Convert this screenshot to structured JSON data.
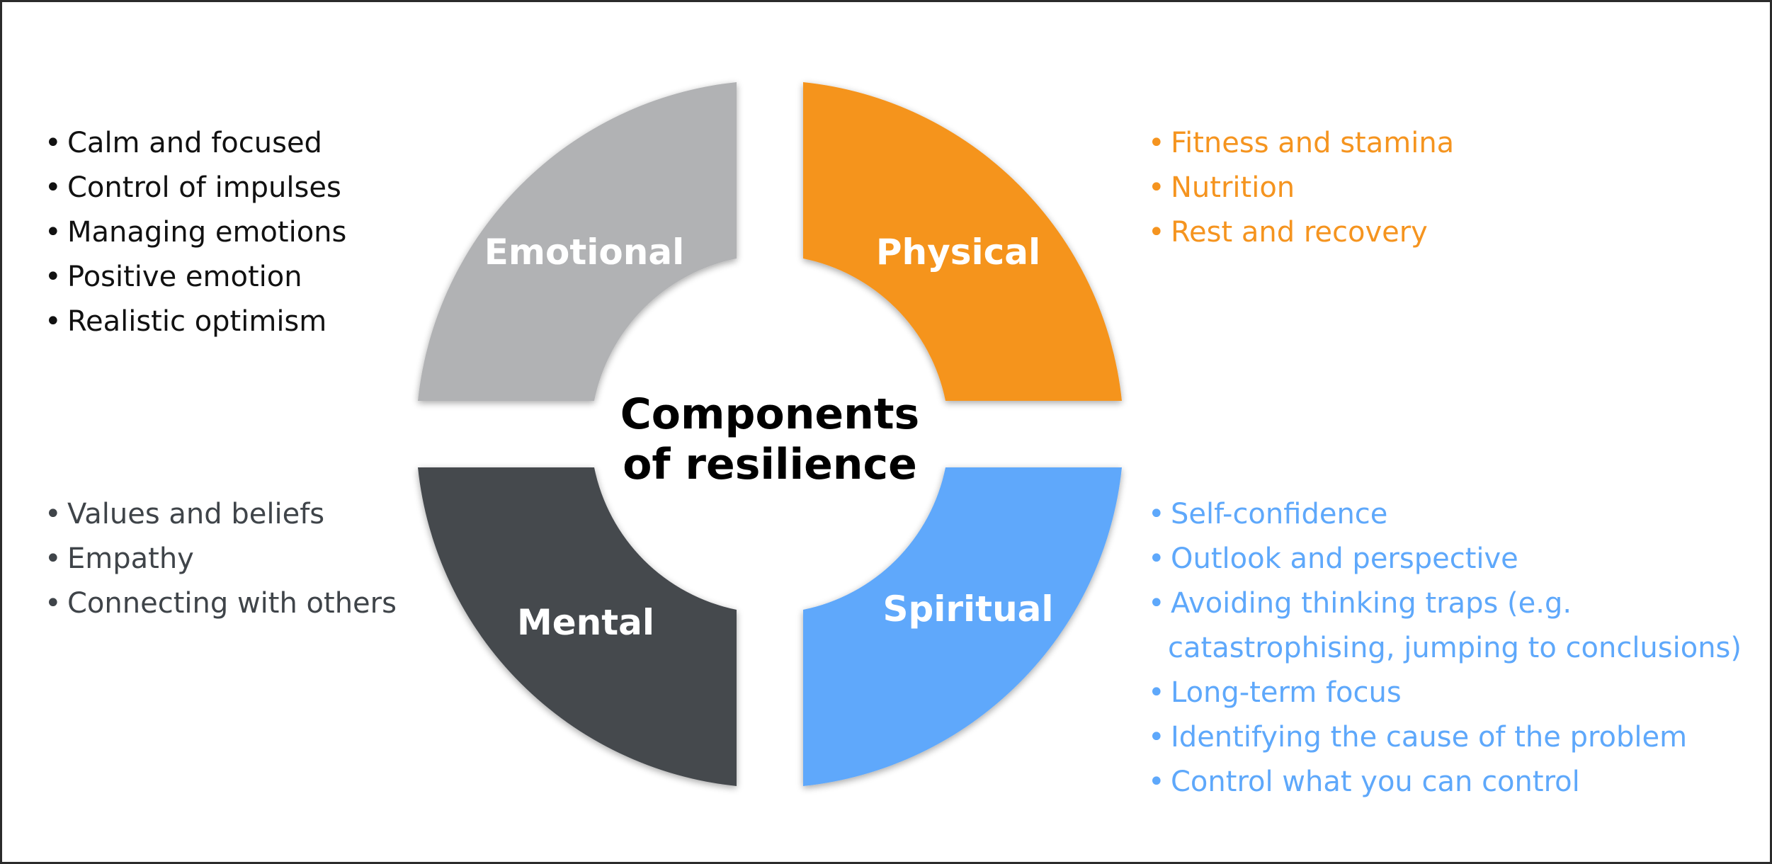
{
  "center": {
    "line1": "Components",
    "line2": "of resilience"
  },
  "segments": {
    "emotional": {
      "label": "Emotional",
      "color": "#b1b2b4"
    },
    "physical": {
      "label": "Physical",
      "color": "#f5941f"
    },
    "mental": {
      "label": "Mental",
      "color": "#44484e"
    },
    "spiritual": {
      "label": "Spiritual",
      "color": "#5ea8fb"
    }
  },
  "lists": {
    "emotional": {
      "color": "#111111",
      "items": [
        "Calm and focused",
        "Control of impulses",
        "Managing emotions",
        "Positive emotion",
        "Realistic optimism"
      ]
    },
    "mental": {
      "color": "#3f4449",
      "items": [
        "Values and beliefs",
        "Empathy",
        "Connecting with others"
      ]
    },
    "physical": {
      "color": "#f5941f",
      "items": [
        "Fitness and stamina",
        "Nutrition",
        "Rest and recovery"
      ]
    },
    "spiritual": {
      "color": "#5ea8fb",
      "items": [
        "Self-confidence",
        "Outlook and perspective",
        "Avoiding thinking traps (e.g.",
        "catastrophising, jumping to conclusions)",
        "Long-term focus",
        "Identifying the cause of the problem",
        "Control what you can control"
      ]
    }
  }
}
